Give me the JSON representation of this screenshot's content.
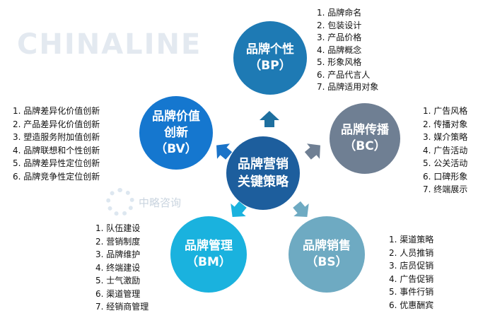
{
  "center": {
    "label": "品牌营销关键策略"
  },
  "nodes": {
    "bp": {
      "label": "品牌个性（BP）",
      "color": "#1e7ab4",
      "items": [
        "1. 品牌命名",
        "2. 包装设计",
        "3. 产品价格",
        "4. 品牌概念",
        "5. 形象风格",
        "6. 产品代言人",
        "7. 品牌适用对象"
      ]
    },
    "bv": {
      "label": "品牌价值创新（BV）",
      "color": "#1577cf",
      "items": [
        "1. 品牌差异化价值创新",
        "2. 产品差异化价值创新",
        "3. 塑造服务附加值创新",
        "4. 品牌联想和个性创新",
        "5. 品牌差异性定位创新",
        "6. 品牌竞争性定位创新"
      ]
    },
    "bc": {
      "label": "品牌传播（BC）",
      "color": "#6f7f93",
      "items": [
        "1. 广告风格",
        "2. 传播对象",
        "3. 媒介策略",
        "4. 广告活动",
        "5. 公关活动",
        "6. 口碑形象",
        "7. 终端展示"
      ]
    },
    "bm": {
      "label": "品牌管理（BM）",
      "color": "#1ab2de",
      "items": [
        "1. 队伍建设",
        "2. 营销制度",
        "3. 品牌维护",
        "4. 终端建设",
        "5. 士气激励",
        "6. 渠道管理",
        "7. 经销商管理"
      ]
    },
    "bs": {
      "label": "品牌销售（BS）",
      "color": "#6eaac2",
      "items": [
        "1. 渠道策略",
        "2. 人员推销",
        "3. 店员促销",
        "4. 广告促销",
        "5. 事件行销",
        "6. 优惠酬宾"
      ]
    }
  },
  "watermark": {
    "text": "CHINALINE",
    "brand": "中略咨询"
  }
}
